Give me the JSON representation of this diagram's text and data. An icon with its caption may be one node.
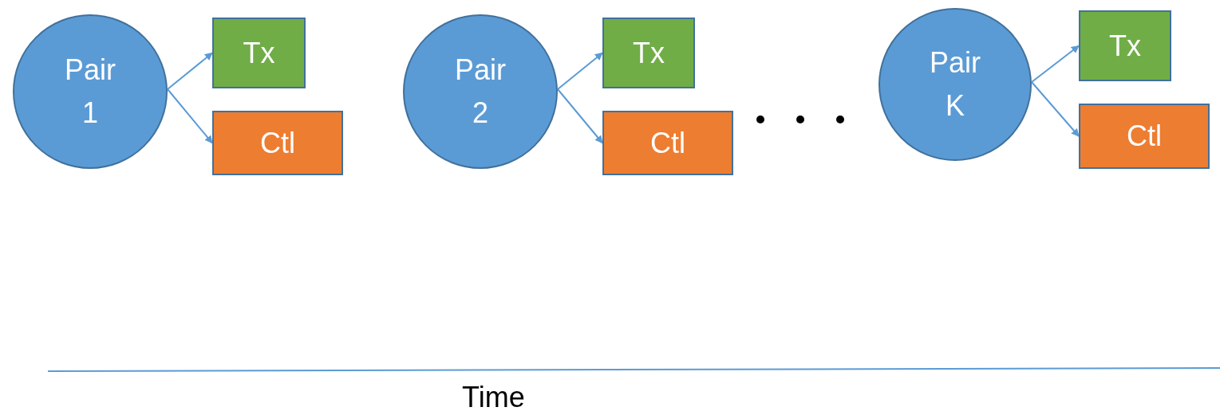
{
  "diagram": {
    "nodes": [
      {
        "text": [
          "Pair 1"
        ]
      },
      {
        "text": [
          "Tx"
        ]
      },
      {
        "text": [
          "Ctl"
        ]
      },
      {
        "text": [
          "Pair 2"
        ]
      },
      {
        "text": [
          "Tx"
        ]
      },
      {
        "text": [
          "Ctl"
        ]
      },
      {
        "text": [
          "Pair K"
        ]
      },
      {
        "text": [
          "Tx"
        ]
      },
      {
        "text": [
          "Ctl"
        ]
      }
    ],
    "edges": [
      {
        "from": 0,
        "to": 1,
        "arrow": "to"
      },
      {
        "from": 0,
        "to": 2,
        "arrow": "to"
      },
      {
        "from": 3,
        "to": 4,
        "arrow": "to"
      },
      {
        "from": 3,
        "to": 5,
        "arrow": "to"
      },
      {
        "from": 6,
        "to": 7,
        "arrow": "to"
      },
      {
        "from": 6,
        "to": 8,
        "arrow": "to"
      }
    ],
    "labels": [
      "Time"
    ]
  }
}
